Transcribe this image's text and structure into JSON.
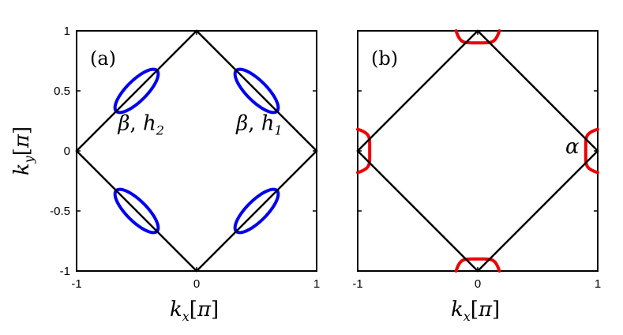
{
  "chart_data": [
    {
      "type": "scatter",
      "panel_label": "(a)",
      "xlabel": {
        "base": "k",
        "sub": "x",
        "unit": "π"
      },
      "ylabel": {
        "base": "k",
        "sub": "y",
        "unit": "π"
      },
      "xlim": [
        -1,
        1
      ],
      "ylim": [
        -1,
        1
      ],
      "xticks": [
        "-1",
        "0",
        "1"
      ],
      "yticks": [
        "-1",
        "-0.5",
        "0",
        "0.5",
        "1"
      ],
      "zone_boundary": [
        [
          1,
          0
        ],
        [
          0,
          1
        ],
        [
          -1,
          0
        ],
        [
          0,
          -1
        ]
      ],
      "pockets": [
        {
          "label": "h1",
          "center": [
            0.5,
            0.5
          ],
          "a": 0.24,
          "b": 0.085,
          "angle_deg": -45
        },
        {
          "label": "h2",
          "center": [
            -0.5,
            0.5
          ],
          "a": 0.24,
          "b": 0.085,
          "angle_deg": 45
        },
        {
          "center": [
            -0.5,
            -0.5
          ],
          "a": 0.24,
          "b": 0.085,
          "angle_deg": -45
        },
        {
          "center": [
            0.5,
            -0.5
          ],
          "a": 0.24,
          "b": 0.085,
          "angle_deg": 45
        }
      ],
      "annotations": [
        {
          "greek": "β",
          "sub": "2",
          "x": -0.655,
          "y": 0.175
        },
        {
          "greek": "β",
          "sub": "1",
          "x": 0.33,
          "y": 0.175
        }
      ],
      "series_color": "#0000ee"
    },
    {
      "type": "scatter",
      "panel_label": "(b)",
      "xlabel": {
        "base": "k",
        "sub": "x",
        "unit": "π"
      },
      "xlim": [
        -1,
        1
      ],
      "ylim": [
        -1,
        1
      ],
      "xticks": [
        "-1",
        "0",
        "1"
      ],
      "zone_boundary": [
        [
          1,
          0
        ],
        [
          0,
          1
        ],
        [
          -1,
          0
        ],
        [
          0,
          -1
        ]
      ],
      "pockets": [
        {
          "side": "top",
          "half_width": 0.18,
          "depth": 0.1
        },
        {
          "side": "bottom",
          "half_width": 0.18,
          "depth": 0.1
        },
        {
          "side": "left",
          "half_width": 0.18,
          "depth": 0.1
        },
        {
          "side": "right",
          "half_width": 0.18,
          "depth": 0.1
        }
      ],
      "annotations": [
        {
          "greek": "α",
          "x": 0.73,
          "y": -0.02
        }
      ],
      "series_color": "#ee0000"
    }
  ]
}
